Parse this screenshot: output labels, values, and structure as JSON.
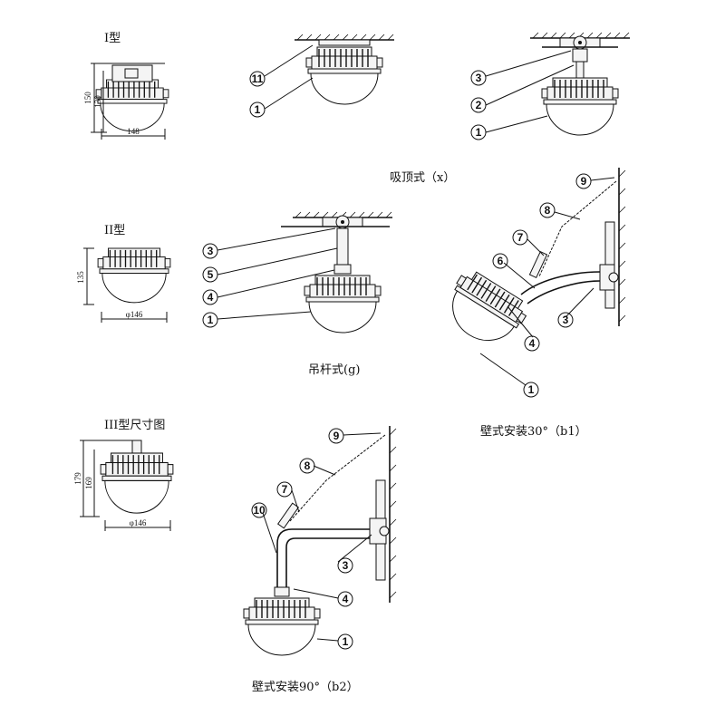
{
  "type_labels": {
    "type1": "I型",
    "type2": "II型",
    "type3": "III型尺寸图"
  },
  "dimensions": {
    "type1_height_outer": "150",
    "type1_height_inner": "130",
    "type1_width": "148",
    "type2_height": "135",
    "type2_width": "φ146",
    "type3_height_outer": "179",
    "type3_height_inner": "169",
    "type3_width": "φ146"
  },
  "captions": {
    "ceiling": "吸顶式（x）",
    "pendant": "吊杆式(g)",
    "wall30": "壁式安装30°（b1）",
    "wall90": "壁式安装90°（b2）"
  },
  "callouts": {
    "n1": "1",
    "n2": "2",
    "n3": "3",
    "n4": "4",
    "n5": "5",
    "n6": "6",
    "n7": "7",
    "n8": "8",
    "n9": "9",
    "n10": "10",
    "n11": "11"
  }
}
